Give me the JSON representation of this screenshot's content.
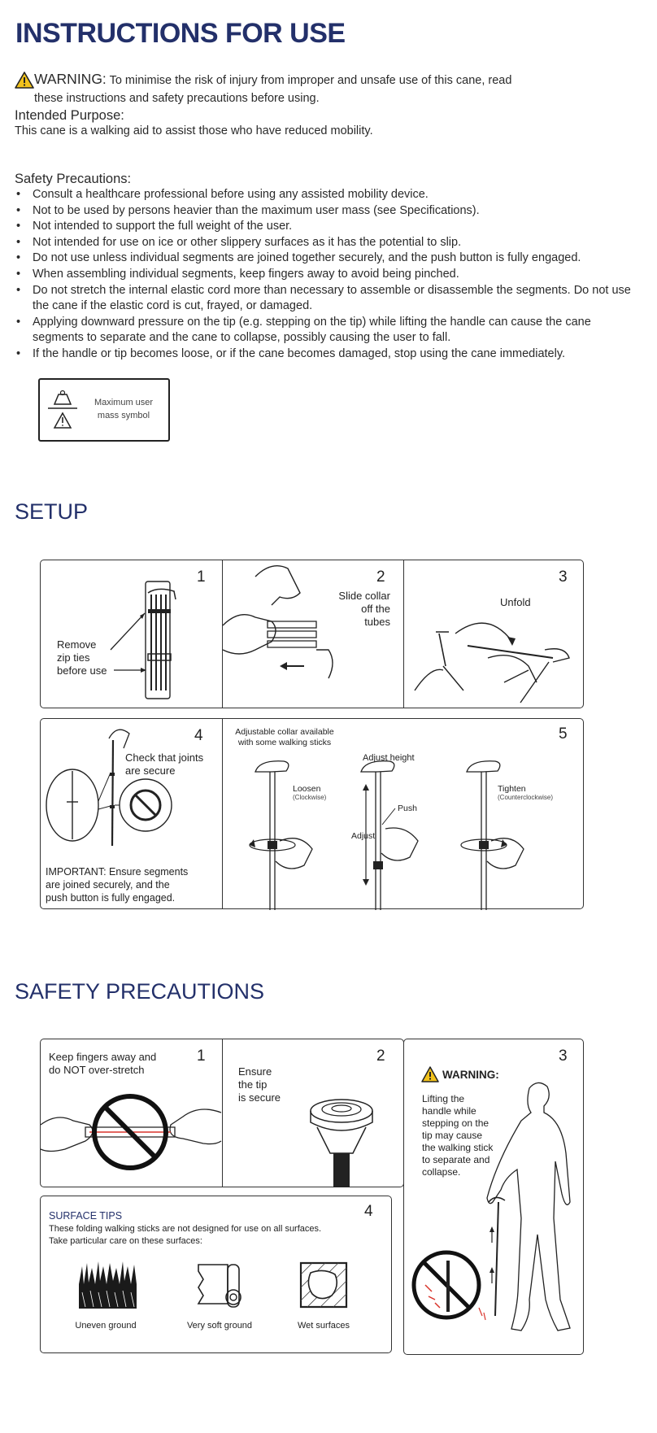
{
  "title": "INSTRUCTIONS FOR USE",
  "warning": {
    "label": "WARNING:",
    "line1": " To minimise the risk of injury from improper and unsafe use of this cane, read",
    "line2": "these instructions and safety precautions before using."
  },
  "intended": {
    "heading": "Intended Purpose:",
    "text": "This cane is a walking aid to assist those who have reduced mobility."
  },
  "safety": {
    "heading": "Safety Precautions:",
    "items": [
      "Consult a healthcare professional before using any assisted mobility device.",
      "Not to be used by persons heavier than the maximum user mass (see Specifications).",
      "Not intended to support the full weight of the user.",
      "Not intended for use on ice or other slippery surfaces as it has the potential to slip.",
      "Do not use unless individual segments are joined together securely, and the push button is fully engaged.",
      "When assembling individual segments, keep fingers away to avoid being pinched.",
      "Do not stretch the internal elastic cord more than necessary to assemble or disassemble the segments. Do not use the cane if the elastic cord is cut, frayed, or damaged.",
      "Applying downward pressure on the tip (e.g. stepping on the tip) while lifting the handle can cause the cane segments to separate and the cane to collapse, possibly causing the user to fall.",
      "If the handle or tip becomes loose, or if the cane becomes damaged, stop using the cane immediately."
    ]
  },
  "mass_symbol": {
    "line1": "Maximum user",
    "line2": "mass symbol"
  },
  "setup": {
    "heading": "SETUP",
    "step1": {
      "num": "1",
      "l1": "Remove",
      "l2": "zip ties",
      "l3": "before use"
    },
    "step2": {
      "num": "2",
      "l1": "Slide collar",
      "l2": "off the",
      "l3": "tubes"
    },
    "step3": {
      "num": "3",
      "label": "Unfold"
    },
    "step4": {
      "num": "4",
      "check1": "Check that joints",
      "check2": "are secure",
      "imp1": "IMPORTANT: Ensure segments",
      "imp2": "are joined securely, and the",
      "imp3": "push button is fully engaged."
    },
    "step5": {
      "num": "5",
      "collar1": "Adjustable collar available",
      "collar2": "with some walking sticks",
      "adjust_height": "Adjust height",
      "loosen": "Loosen",
      "clockwise": "(Clockwise)",
      "push": "Push",
      "adjust": "Adjust",
      "tighten": "Tighten",
      "counter": "(Counterclockwise)"
    }
  },
  "safety_prec": {
    "heading": "SAFETY PRECAUTIONS",
    "p1": {
      "num": "1",
      "l1": "Keep fingers away and",
      "l2": "do NOT over-stretch"
    },
    "p2": {
      "num": "2",
      "l1": "Ensure",
      "l2": "the tip",
      "l3": "is secure"
    },
    "p3": {
      "num": "3",
      "warn": "WARNING:",
      "lines": [
        "Lifting the",
        "handle while",
        "stepping on the",
        "tip may cause",
        "the walking stick",
        "to separate and",
        "collapse."
      ]
    },
    "p4": {
      "num": "4",
      "title": "SURFACE TIPS",
      "l1": "These folding walking sticks are not designed for use on all surfaces.",
      "l2": "Take particular care on these surfaces:",
      "s1": "Uneven ground",
      "s2": "Very soft ground",
      "s3": "Wet surfaces"
    }
  },
  "colors": {
    "heading": "#23306a",
    "warning_yellow": "#f2c21b",
    "red": "#d9342b"
  }
}
